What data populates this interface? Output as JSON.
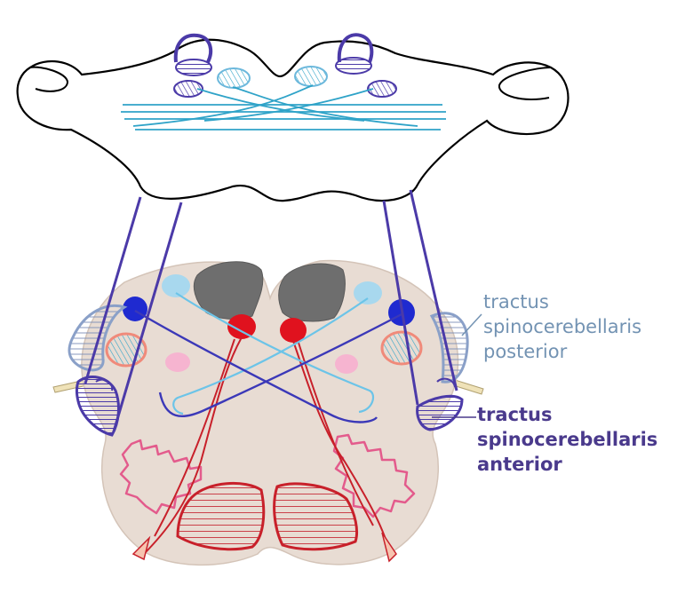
{
  "labels": {
    "posterior": {
      "lines": [
        "tractus",
        "spinocerebellaris",
        "posterior"
      ],
      "color": "#7393b3"
    },
    "anterior": {
      "lines": [
        "tractus",
        "spinocerebellaris",
        "anterior"
      ],
      "color": "#4a3a8c"
    }
  },
  "colors": {
    "anterior_tract": "#4b3aa8",
    "posterior_tract": "#2fa3c8",
    "cord_tissue": "#e8dcd3",
    "grey_matter": "#6e6e6e",
    "red_nucleus": "#e0121e",
    "light_blue_nucleus": "#a8d8ee",
    "dark_blue_nucleus": "#1f2ad0",
    "pink": "#e35b8c",
    "salmon": "#f08a7a",
    "pale_pink": "#f6b4d0",
    "outline": "#000000"
  }
}
